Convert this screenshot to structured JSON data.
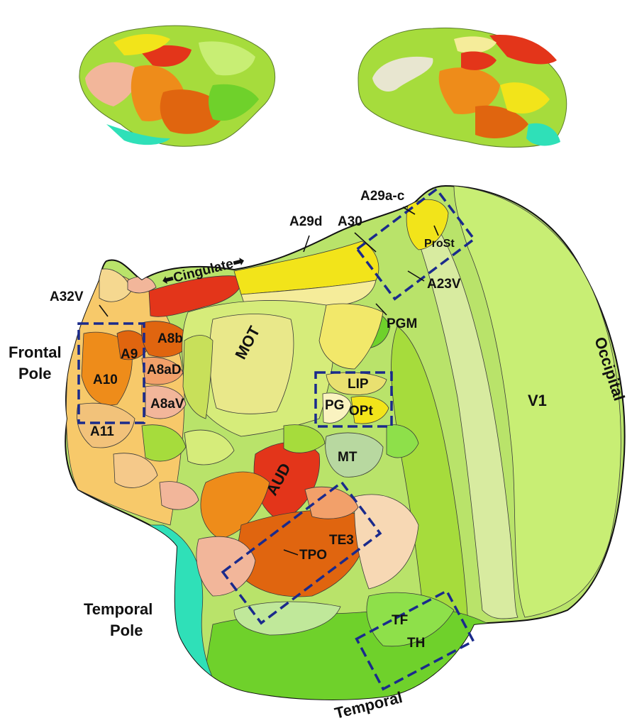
{
  "figure": {
    "labels": {
      "cingulate": "Cingulate",
      "frontal_pole_1": "Frontal",
      "frontal_pole_2": "Pole",
      "temporal_pole_1": "Temporal",
      "temporal_pole_2": "Pole",
      "occipital": "Occipital",
      "temporal": "Temporal",
      "v1": "V1",
      "mot": "MOT",
      "aud": "AUD",
      "mt": "MT",
      "lip": "LIP",
      "pg": "PG",
      "opt": "OPt",
      "te3": "TE3",
      "tpo": "TPO",
      "tf": "TF",
      "th": "TH",
      "pgm": "PGM",
      "a23v": "A23V",
      "prost": "ProSt",
      "a29ac": "A29a-c",
      "a29d": "A29d",
      "a30": "A30",
      "a32v": "A32V",
      "a9": "A9",
      "a8b": "A8b",
      "a10": "A10",
      "a8ad": "A8aD",
      "a8av": "A8aV",
      "a11": "A11"
    },
    "colors": {
      "v1": "#c8ee74",
      "occipital_light": "#d8eba0",
      "green_mid": "#a6dc3c",
      "green_bright": "#6fd12b",
      "yellow": "#f2e41a",
      "pale_yellow": "#f5ec9a",
      "orange": "#ee8c1a",
      "orange_dark": "#e0650f",
      "red": "#e3351a",
      "salmon": "#f2b69a",
      "teal": "#2fe0b8",
      "roi_box": "#1a2a8c"
    }
  }
}
